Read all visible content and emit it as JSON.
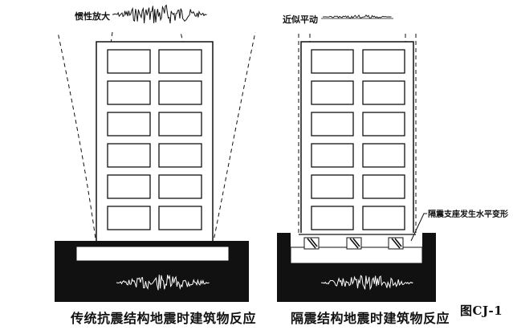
{
  "left": {
    "top_label": "惯性放大",
    "caption": "传统抗震结构地震时建筑物反应"
  },
  "right": {
    "top_label": "近似平动",
    "bearing_label": "隔震支座发生水平变形",
    "caption": "隔震结构地震时建筑物反应"
  },
  "figure_id": "图CJ-1",
  "colors": {
    "ink": "#111111",
    "paper": "#ffffff"
  }
}
